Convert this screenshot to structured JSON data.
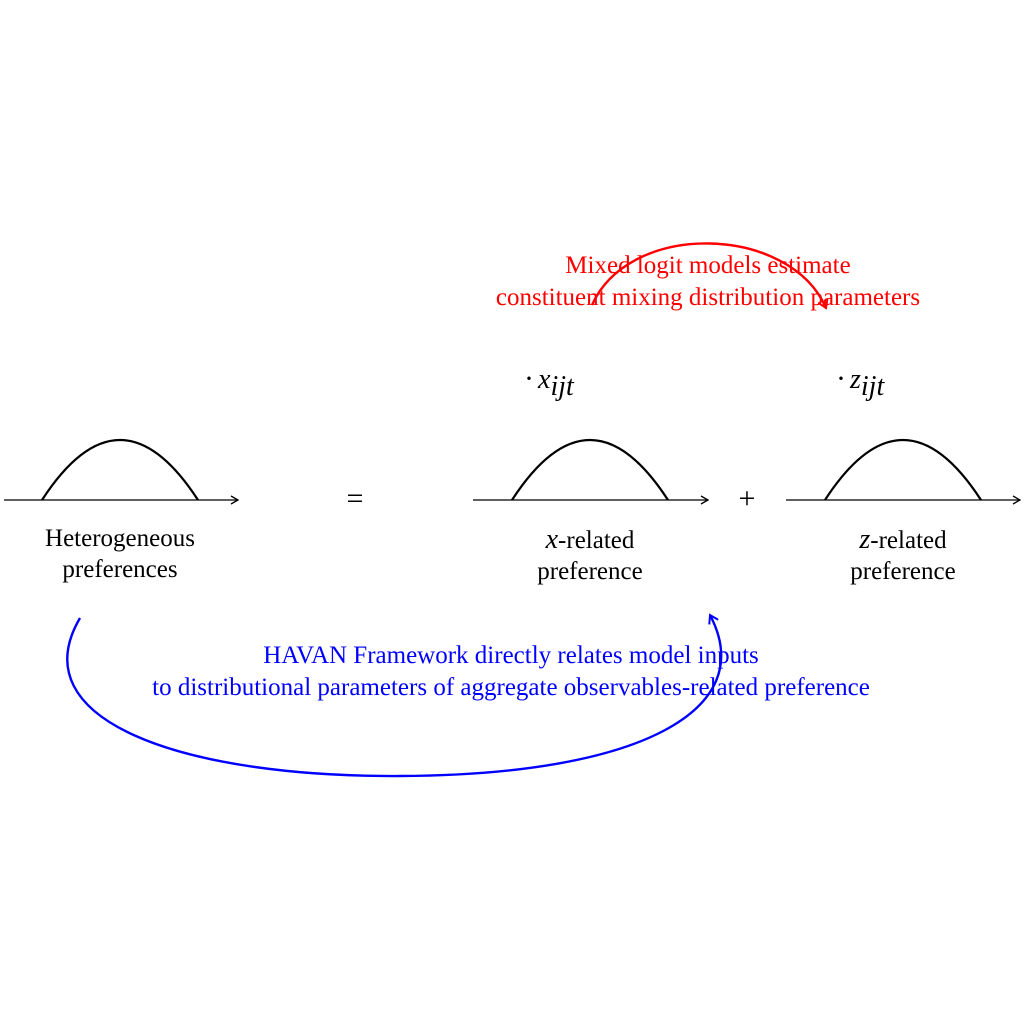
{
  "colors": {
    "ink": "#000000",
    "red": "#ff0000",
    "blue": "#0000ff"
  },
  "panels": [
    {
      "id": "heterogeneous",
      "label_line1": "Heterogeneous",
      "label_line2": "preferences"
    },
    {
      "id": "x-related",
      "label_var": "x",
      "label_line1_rest": "-related",
      "label_line2": "preference",
      "multiplier_var": "x",
      "multiplier_sub": "ijt"
    },
    {
      "id": "z-related",
      "label_var": "z",
      "label_line1_rest": "-related",
      "label_line2": "preference",
      "multiplier_var": "z",
      "multiplier_sub": "ijt"
    }
  ],
  "operators": {
    "equals": "=",
    "plus": "+",
    "dot": "·"
  },
  "annotations": {
    "mixed_logit_line1": "Mixed logit models estimate",
    "mixed_logit_line2": "constituent mixing distribution parameters",
    "havan_line1": "HAVAN Framework directly relates model inputs",
    "havan_line2": "to distributional parameters of aggregate observables-related preference"
  }
}
